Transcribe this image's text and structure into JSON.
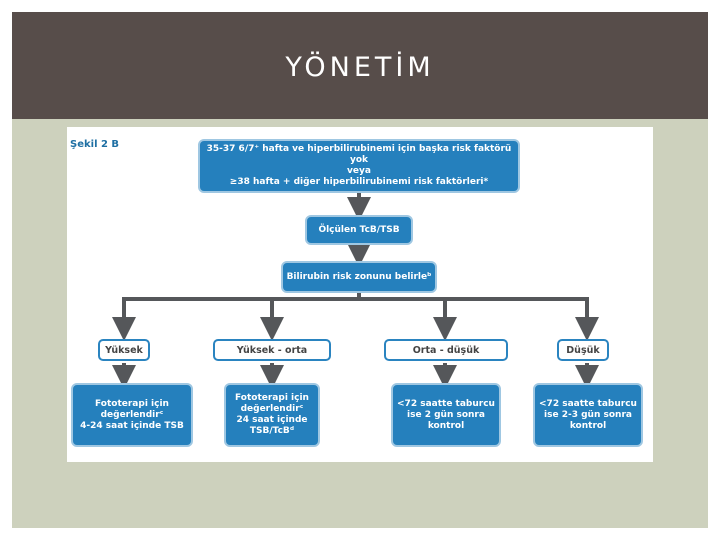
{
  "slide": {
    "title": "YÖNETİM"
  },
  "figure": {
    "label": "Şekil 2 B",
    "top_box": [
      "35-37 6/7⁺ hafta ve hiperbilirubinemi için başka risk faktörü yok",
      "veya",
      "≥38 hafta + diğer hiperbilirubinemi  risk faktörleri*"
    ],
    "measure_box": "Ölçülen TcB/TSB",
    "zone_box": "Bilirubin risk zonunu belirleᵇ",
    "branches": [
      {
        "risk": "Yüksek",
        "action": [
          "Fototerapi için",
          "değerlendirᶜ",
          "4-24 saat içinde TSB"
        ]
      },
      {
        "risk": "Yüksek - orta",
        "action": [
          "Fototerapi için",
          "değerlendirᶜ",
          "24 saat içinde",
          "TSB/TcBᵈ"
        ]
      },
      {
        "risk": "Orta - düşük",
        "action": [
          "<72 saatte taburcu",
          "ise 2 gün sonra",
          "kontrol"
        ]
      },
      {
        "risk": "Düşük",
        "action": [
          "<72 saatte taburcu",
          "ise 2-3 gün sonra",
          "kontrol"
        ]
      }
    ],
    "colors": {
      "box_fill": "#2580bd",
      "outline": "#2a84c0",
      "arrow": "#55575a",
      "label": "#1e6fa3"
    }
  }
}
